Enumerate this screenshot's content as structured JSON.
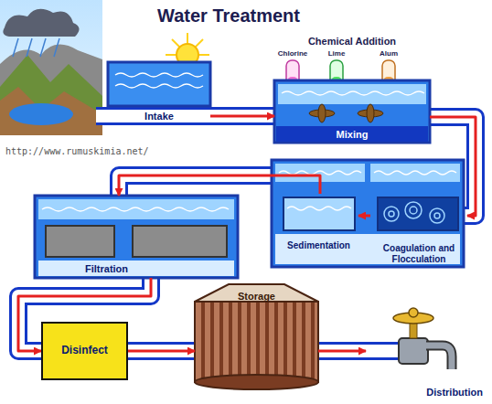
{
  "diagram": {
    "title": "Water Treatment",
    "nodes": [
      {
        "text": [
          "Intake"
        ]
      },
      {
        "text": [
          "Mixing"
        ]
      },
      {
        "text": [
          "Coagulation and Flocculation"
        ]
      },
      {
        "text": [
          "Sedimentation"
        ]
      },
      {
        "text": [
          "Filtration"
        ]
      },
      {
        "text": [
          "Disinfect"
        ]
      },
      {
        "text": [
          "Storage"
        ]
      },
      {
        "text": [
          "Distribution"
        ]
      }
    ],
    "edges": [
      {
        "from": 0,
        "to": 1,
        "arrow": "to"
      },
      {
        "from": 1,
        "to": 2,
        "arrow": "to"
      },
      {
        "from": 2,
        "to": 3,
        "arrow": "to"
      },
      {
        "from": 3,
        "to": 4,
        "arrow": "to"
      },
      {
        "from": 4,
        "to": 5,
        "arrow": "to"
      },
      {
        "from": 5,
        "to": 6,
        "arrow": "to"
      },
      {
        "from": 6,
        "to": 7,
        "arrow": "to"
      }
    ],
    "labels": [
      "Chemical Addition",
      "Chlorine",
      "Lime",
      "Alum",
      "http://www.rumuskimia.net/"
    ]
  }
}
